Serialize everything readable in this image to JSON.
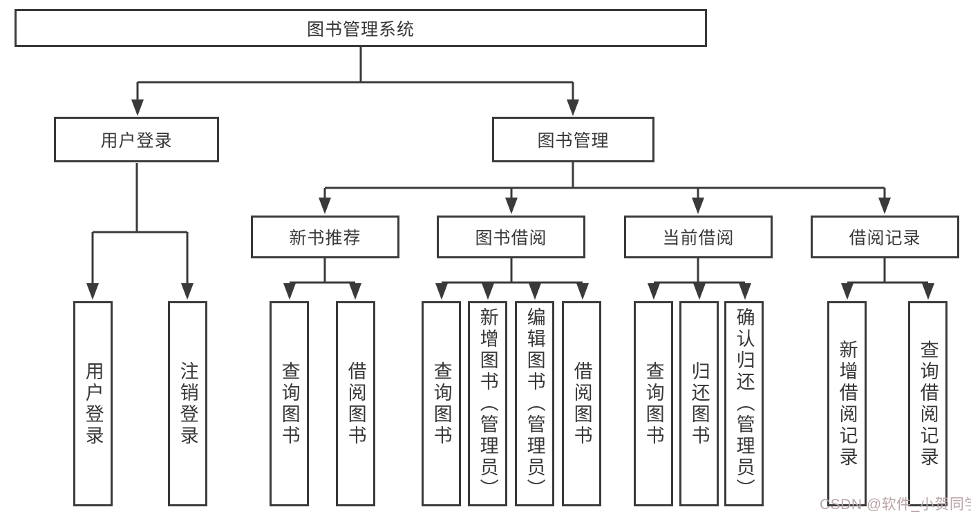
{
  "diagram": {
    "root": {
      "label": "图书管理系统"
    },
    "level2": [
      {
        "label": "用户登录"
      },
      {
        "label": "图书管理"
      }
    ],
    "level3": [
      {
        "label": "新书推荐"
      },
      {
        "label": "图书借阅"
      },
      {
        "label": "当前借阅"
      },
      {
        "label": "借阅记录"
      }
    ],
    "leaves": {
      "user_login": [
        "用户登录",
        "注销登录"
      ],
      "new_book_recommend": [
        "查询图书",
        "借阅图书"
      ],
      "book_borrowing": [
        "查询图书",
        "新增图书（管理员）",
        "编辑图书（管理员）",
        "借阅图书"
      ],
      "current_borrowing": [
        "查询图书",
        "归还图书",
        "确认归还（管理员）"
      ],
      "borrowing_records": [
        "新增借阅记录",
        "查询借阅记录"
      ]
    },
    "line_color": "#3a3a3a"
  },
  "watermark": {
    "text": "CSDN @软件_小贺同学",
    "color": "#b9a4a6"
  }
}
